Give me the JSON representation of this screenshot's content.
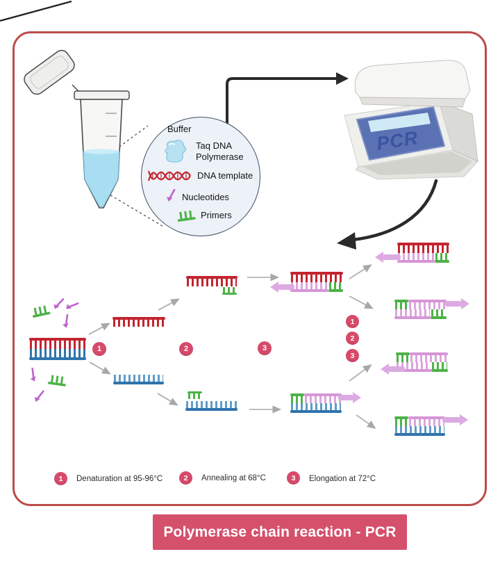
{
  "callout": {
    "buffer_label": "Buffer",
    "items": [
      {
        "icon": "taq-polymerase-icon",
        "label": "Taq DNA Polymerase"
      },
      {
        "icon": "dna-template-icon",
        "label": "DNA template"
      },
      {
        "icon": "nucleotides-icon",
        "label": "Nucleotides"
      },
      {
        "icon": "primers-icon",
        "label": "Primers"
      }
    ]
  },
  "machine": {
    "display_label": "PCR"
  },
  "legend": [
    {
      "num": "1",
      "label": "Denaturation at 95-96°C"
    },
    {
      "num": "2",
      "label": "Annealing at 68°C"
    },
    {
      "num": "3",
      "label": "Elongation at 72°C"
    }
  ],
  "banner": {
    "label": "Polymerase chain reaction - PCR"
  },
  "colors": {
    "card_border": "#bc4b49",
    "template_red": "#c3242f",
    "template_blue": "#2f74ad",
    "primer_green": "#4db248",
    "new_strand_pink": "#d795d8",
    "synthesis_arrow_pink": "#dcaae2",
    "step_circle": "#d64a6a",
    "banner_bg": "#d5506b"
  }
}
